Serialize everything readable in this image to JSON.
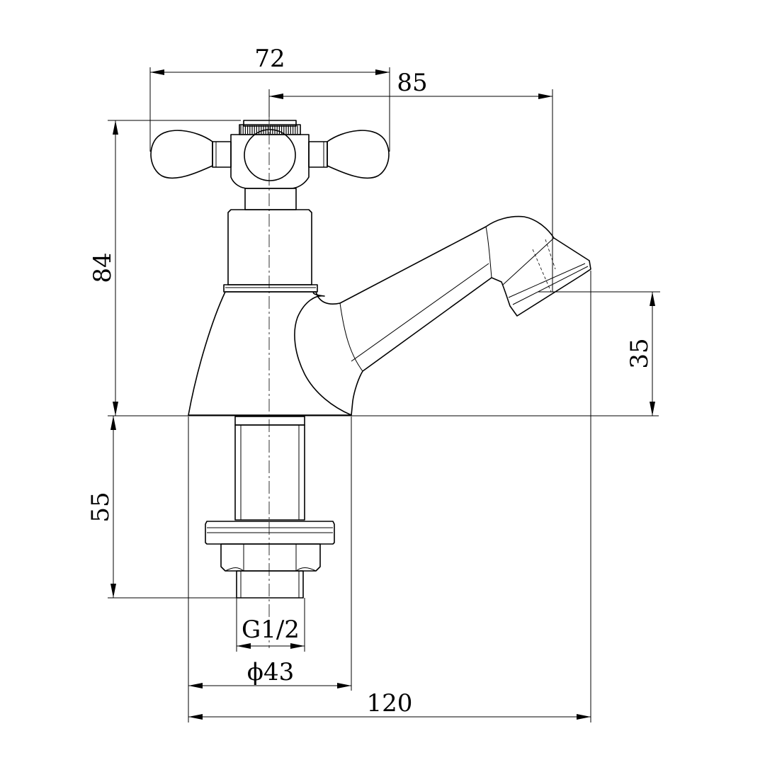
{
  "dimensions": {
    "handle_width": "72",
    "center_to_spout": "85",
    "body_height": "84",
    "spout_height": "35",
    "shank_length": "55",
    "thread_size": "G1/2",
    "base_diameter": "ϕ43",
    "overall_length": "120"
  }
}
